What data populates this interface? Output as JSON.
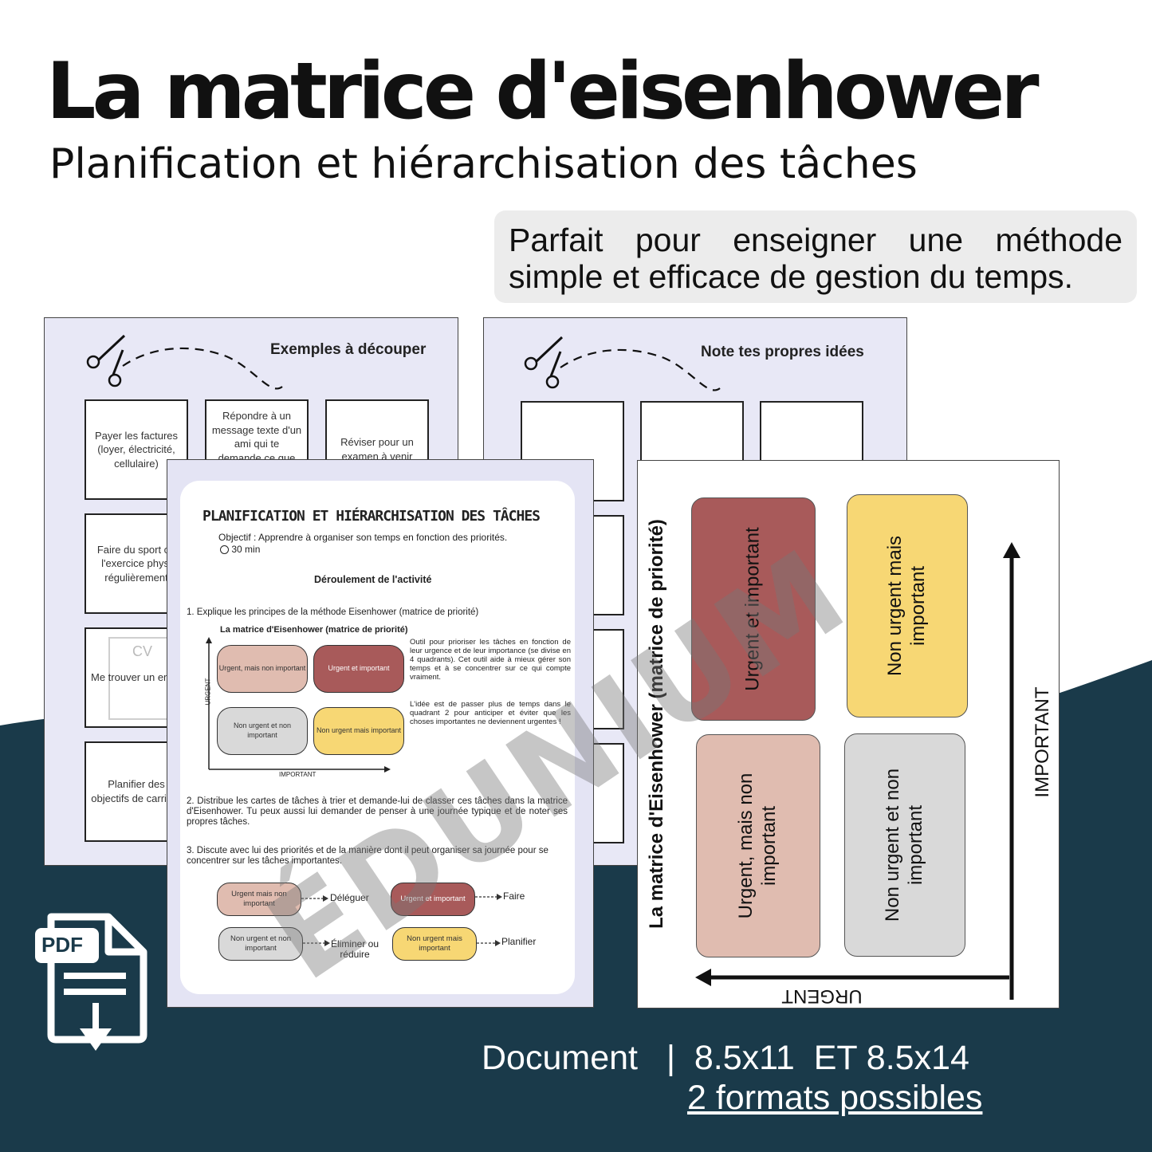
{
  "header": {
    "title": "La matrice d'eisenhower",
    "subtitle": "Planification et hiérarchisation des tâches",
    "callout_line1_words": [
      "Parfait",
      "pour",
      "enseigner",
      "une",
      "méthode"
    ],
    "callout_line2": "simple et efficace de gestion du temps."
  },
  "colors": {
    "navy": "#1a3a4a",
    "urgent_important": "#a85a5a",
    "urgent_not_important": "#e0bcb0",
    "important_not_urgent": "#f7d774",
    "neither": "#d9d9d9",
    "sheet_bg": "#e8e8f6"
  },
  "cut_sheet": {
    "heading": "Exemples à découper",
    "cards": [
      "Payer les factures (loyer, électricité, cellulaire)",
      "Répondre à un message texte d'un ami qui te demande ce que",
      "Réviser pour un examen à venir",
      "Faire du sport ou l'exercice physi régulièrement",
      "Me trouver un em",
      "Planifier des objectifs de carrière"
    ],
    "cv_label": "CV"
  },
  "notes_sheet": {
    "heading": "Note tes propres idées"
  },
  "activity_sheet": {
    "title": "PLANIFICATION ET HIÉRARCHISATION DES TÂCHES",
    "objective": "Objectif : Apprendre à organiser son temps en fonction des priorités.",
    "duration": "30 min",
    "section_title": "Déroulement de l'activité",
    "step1": "1. Explique les principes de la méthode Eisenhower (matrice de priorité)",
    "mini_matrix_title": "La matrice d'Eisenhower (matrice de priorité)",
    "mini_quadrants": {
      "q1": "Urgent, mais non important",
      "q2": "Urgent et important",
      "q3": "Non urgent et non important",
      "q4": "Non urgent mais important"
    },
    "axis_urgent": "URGENT",
    "axis_important": "IMPORTANT",
    "para1": "Outil pour prioriser les tâches en fonction de leur urgence et de leur importance (se divise en 4 quadrants). Cet outil aide à mieux gérer son temps et à se concentrer sur ce qui compte vraiment.",
    "para2": "L'idée est de passer plus de temps dans le quadrant 2 pour anticiper et éviter que les choses importantes ne deviennent urgentes !",
    "step2": "2. Distribue les cartes de tâches à trier et demande-lui de classer ces tâches dans la matrice d'Eisenhower. Tu peux aussi lui demander de penser à une journée typique et de noter ses propres tâches.",
    "step3": "3. Discute avec lui des priorités et de la manière dont il peut organiser sa journée pour se concentrer sur les tâches importantes.",
    "flow": [
      {
        "box": "Urgent mais non important",
        "action": "Déléguer"
      },
      {
        "box": "Urgent et important",
        "action": "Faire"
      },
      {
        "box": "Non urgent et non important",
        "action": "Éliminer ou réduire"
      },
      {
        "box": "Non urgent mais important",
        "action": "Planifier"
      }
    ]
  },
  "matrix_sheet": {
    "vertical_title": "La matrice d'Eisenhower (matrice de priorité)",
    "quadrants": {
      "top_left": "Urgent et important",
      "top_right": "Non urgent mais important",
      "bottom_left": "Urgent, mais non important",
      "bottom_right": "Non urgent et non important"
    },
    "axis_important": "IMPORTANT",
    "axis_urgent": "URGENT"
  },
  "watermark": "ÉDUNIUM",
  "pdf_icon_label": "PDF",
  "footer": {
    "document_line": "Document   |  8.5x11  ET 8.5x14",
    "formats_line": "2 formats possibles"
  }
}
